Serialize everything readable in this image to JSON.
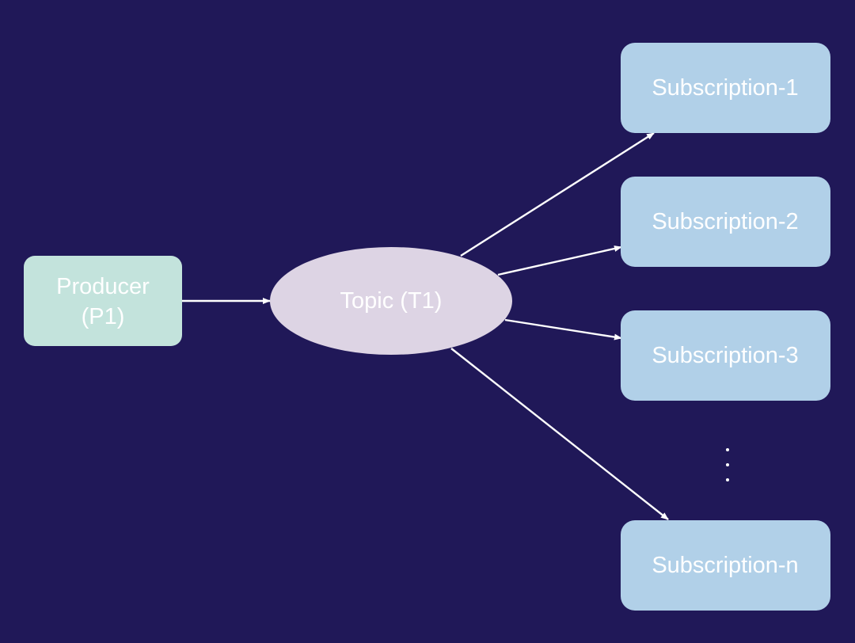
{
  "colors": {
    "background": "#201858",
    "producer_fill": "#c3e3dc",
    "topic_fill": "#ddd4e4",
    "subscription_fill": "#b1d0e8",
    "text": "#ffffff",
    "arrow": "#ffffff"
  },
  "producer": {
    "label_line1": "Producer",
    "label_line2": "(P1)"
  },
  "topic": {
    "label": "Topic (T1)"
  },
  "subscriptions": [
    {
      "label": "Subscription-1"
    },
    {
      "label": "Subscription-2"
    },
    {
      "label": "Subscription-3"
    },
    {
      "label": "Subscription-n"
    }
  ]
}
